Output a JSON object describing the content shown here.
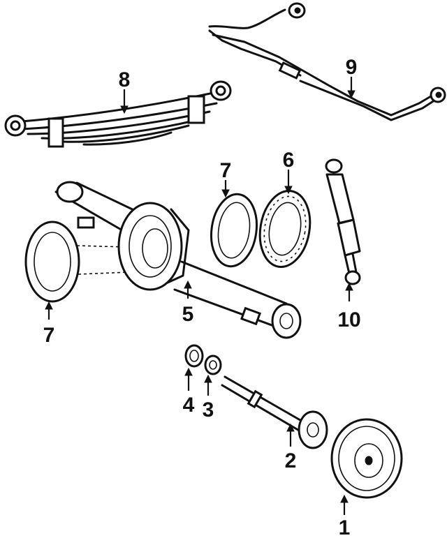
{
  "callouts": [
    {
      "key": "c1",
      "label": "1"
    },
    {
      "key": "c2",
      "label": "2"
    },
    {
      "key": "c3",
      "label": "3"
    },
    {
      "key": "c4",
      "label": "4"
    },
    {
      "key": "c5",
      "label": "5"
    },
    {
      "key": "c6",
      "label": "6"
    },
    {
      "key": "c7a",
      "label": "7"
    },
    {
      "key": "c7b",
      "label": "7"
    },
    {
      "key": "c8",
      "label": "8"
    },
    {
      "key": "c9",
      "label": "9"
    },
    {
      "key": "c10",
      "label": "10"
    }
  ]
}
